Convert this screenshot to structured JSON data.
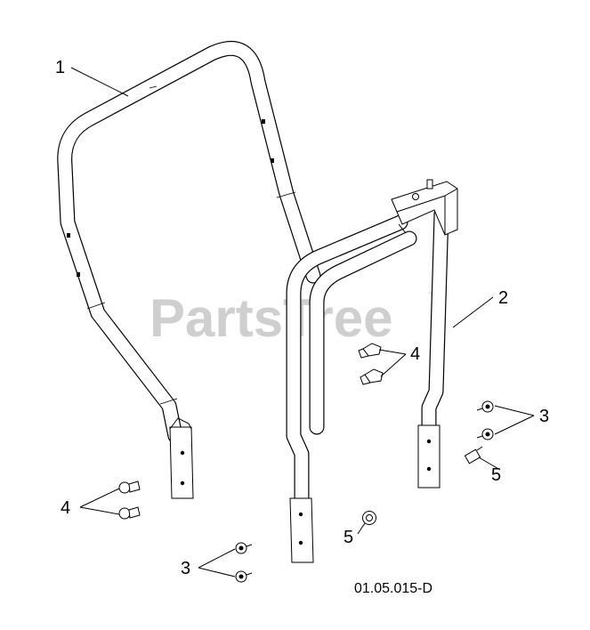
{
  "diagram": {
    "figure_id": "01.05.015-D",
    "watermark": "PartsTree",
    "watermark_tm": "™",
    "callouts": {
      "c1": "1",
      "c2": "2",
      "c3_right": "3",
      "c3_bottom": "3",
      "c4_left": "4",
      "c4_middle": "4",
      "c5_right": "5",
      "c5_middle": "5"
    }
  }
}
